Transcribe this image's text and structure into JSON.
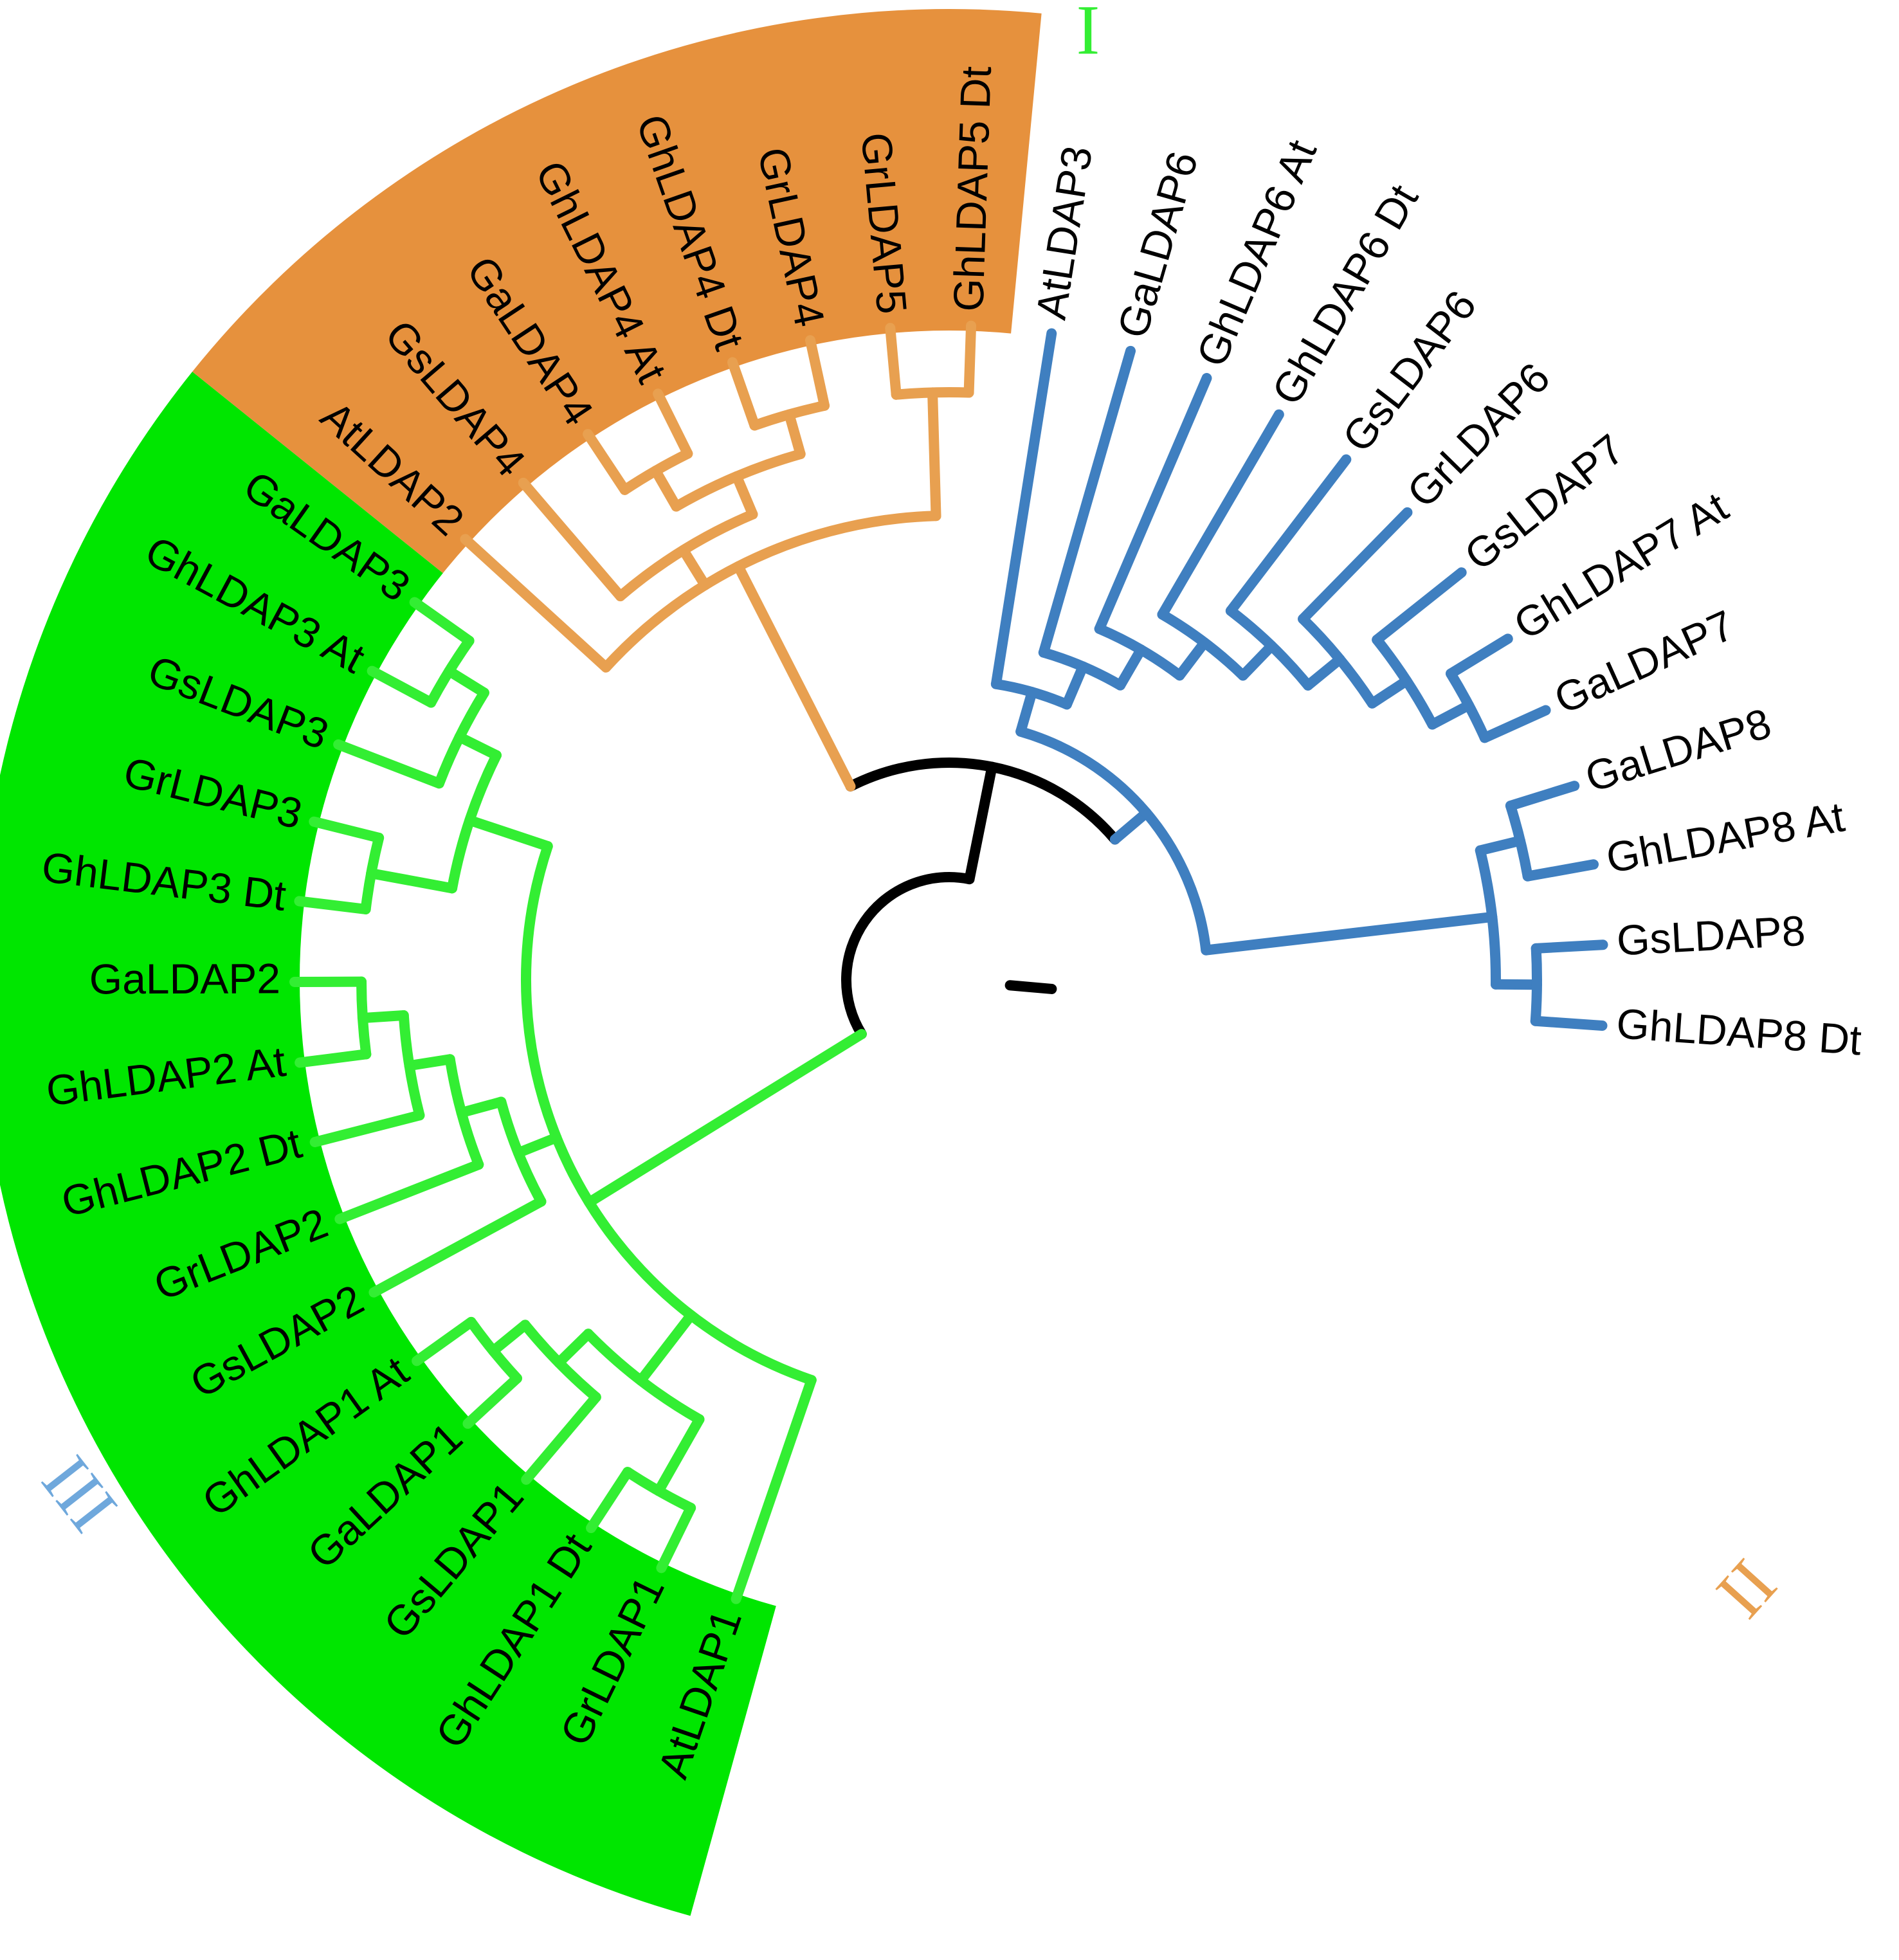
{
  "groups": [
    {
      "id": "I",
      "label": "I",
      "sector_color": "#00e600",
      "branch_color": "#33ee33",
      "label_color": "#33ee33"
    },
    {
      "id": "II",
      "label": "II",
      "sector_color": "#e6913d",
      "branch_color": "#e8a050",
      "label_color": "#e8a050"
    },
    {
      "id": "III",
      "label": "III",
      "sector_color": "#6fa8dc",
      "branch_color": "#3f7fc0",
      "label_color": "#6fa8dc"
    }
  ],
  "root_color": "#000000",
  "leaves": [
    {
      "label": "AtLDAP1",
      "group": "I"
    },
    {
      "label": "GrLDAP1",
      "group": "I"
    },
    {
      "label": "GhLDAP1 Dt",
      "group": "I"
    },
    {
      "label": "GsLDAP1",
      "group": "I"
    },
    {
      "label": "GaLDAP1",
      "group": "I"
    },
    {
      "label": "GhLDAP1 At",
      "group": "I"
    },
    {
      "label": "GsLDAP2",
      "group": "I"
    },
    {
      "label": "GrLDAP2",
      "group": "I"
    },
    {
      "label": "GhLDAP2 Dt",
      "group": "I"
    },
    {
      "label": "GhLDAP2 At",
      "group": "I"
    },
    {
      "label": "GaLDAP2",
      "group": "I"
    },
    {
      "label": "GhLDAP3 Dt",
      "group": "I"
    },
    {
      "label": "GrLDAP3",
      "group": "I"
    },
    {
      "label": "GsLDAP3",
      "group": "I"
    },
    {
      "label": "GhLDAP3 At",
      "group": "I"
    },
    {
      "label": "GaLDAP3",
      "group": "I"
    },
    {
      "label": "AtLDAP2",
      "group": "II"
    },
    {
      "label": "GsLDAP4",
      "group": "II"
    },
    {
      "label": "GaLDAP4",
      "group": "II"
    },
    {
      "label": "GhLDAP4 At",
      "group": "II"
    },
    {
      "label": "GhLDAP4 Dt",
      "group": "II"
    },
    {
      "label": "GrLDAP4",
      "group": "II"
    },
    {
      "label": "GrLDAP5",
      "group": "II"
    },
    {
      "label": "GhLDAP5 Dt",
      "group": "II"
    },
    {
      "label": "AtLDAP3",
      "group": "III"
    },
    {
      "label": "GaLDAP6",
      "group": "III"
    },
    {
      "label": "GhLDAP6 At",
      "group": "III"
    },
    {
      "label": "GhLDAP6 Dt",
      "group": "III"
    },
    {
      "label": "GsLDAP6",
      "group": "III"
    },
    {
      "label": "GrLDAP6",
      "group": "III"
    },
    {
      "label": "GsLDAP7",
      "group": "III"
    },
    {
      "label": "GhLDAP7 At",
      "group": "III"
    },
    {
      "label": "GaLDAP7",
      "group": "III"
    },
    {
      "label": "GaLDAP8",
      "group": "III"
    },
    {
      "label": "GhLDAP8 At",
      "group": "III"
    },
    {
      "label": "GsLDAP8",
      "group": "III"
    },
    {
      "label": "GhLDAP8 Dt",
      "group": "III"
    }
  ],
  "tree": {
    "children": [
      {
        "children": [
          {
            "leaf": 0
          },
          {
            "children": [
              {
                "children": [
                  {
                    "leaf": 1
                  },
                  {
                    "leaf": 2
                  }
                ]
              },
              {
                "children": [
                  {
                    "leaf": 3
                  },
                  {
                    "children": [
                      {
                        "leaf": 4
                      },
                      {
                        "leaf": 5
                      }
                    ]
                  }
                ]
              }
            ]
          },
          {
            "children": [
              {
                "leaf": 6
              },
              {
                "children": [
                  {
                    "leaf": 7
                  },
                  {
                    "children": [
                      {
                        "leaf": 8
                      },
                      {
                        "children": [
                          {
                            "leaf": 9
                          },
                          {
                            "leaf": 10
                          }
                        ]
                      }
                    ]
                  }
                ]
              }
            ]
          },
          {
            "children": [
              {
                "children": [
                  {
                    "leaf": 11
                  },
                  {
                    "leaf": 12
                  }
                ]
              },
              {
                "children": [
                  {
                    "leaf": 13
                  },
                  {
                    "children": [
                      {
                        "leaf": 14
                      },
                      {
                        "leaf": 15
                      }
                    ]
                  }
                ]
              }
            ]
          }
        ]
      },
      {
        "leafless_stub": true
      },
      {
        "children": [
          {
            "children": [
              {
                "leaf": 16
              },
              {
                "children": [
                  {
                    "leaf": 17
                  },
                  {
                    "children": [
                      {
                        "children": [
                          {
                            "leaf": 18
                          },
                          {
                            "leaf": 19
                          }
                        ]
                      },
                      {
                        "children": [
                          {
                            "leaf": 20
                          },
                          {
                            "leaf": 21
                          }
                        ]
                      }
                    ]
                  }
                ]
              },
              {
                "children": [
                  {
                    "leaf": 22
                  },
                  {
                    "leaf": 23
                  }
                ]
              }
            ]
          },
          {
            "children": [
              {
                "children": [
                  {
                    "leaf": 24
                  },
                  {
                    "children": [
                      {
                        "leaf": 25
                      },
                      {
                        "children": [
                          {
                            "leaf": 26
                          },
                          {
                            "children": [
                              {
                                "leaf": 27
                              },
                              {
                                "children": [
                                  {
                                    "leaf": 28
                                  },
                                  {
                                    "children": [
                                      {
                                        "leaf": 29
                                      },
                                      {
                                        "children": [
                                          {
                                            "leaf": 30
                                          },
                                          {
                                            "children": [
                                              {
                                                "leaf": 31
                                              },
                                              {
                                                "leaf": 32
                                              }
                                            ]
                                          }
                                        ]
                                      }
                                    ]
                                  }
                                ]
                              }
                            ]
                          }
                        ]
                      }
                    ]
                  }
                ]
              },
              {
                "children": [
                  {
                    "children": [
                      {
                        "leaf": 33
                      },
                      {
                        "leaf": 34
                      }
                    ]
                  },
                  {
                    "children": [
                      {
                        "leaf": 35
                      },
                      {
                        "leaf": 36
                      }
                    ]
                  }
                ]
              }
            ]
          }
        ]
      }
    ]
  }
}
